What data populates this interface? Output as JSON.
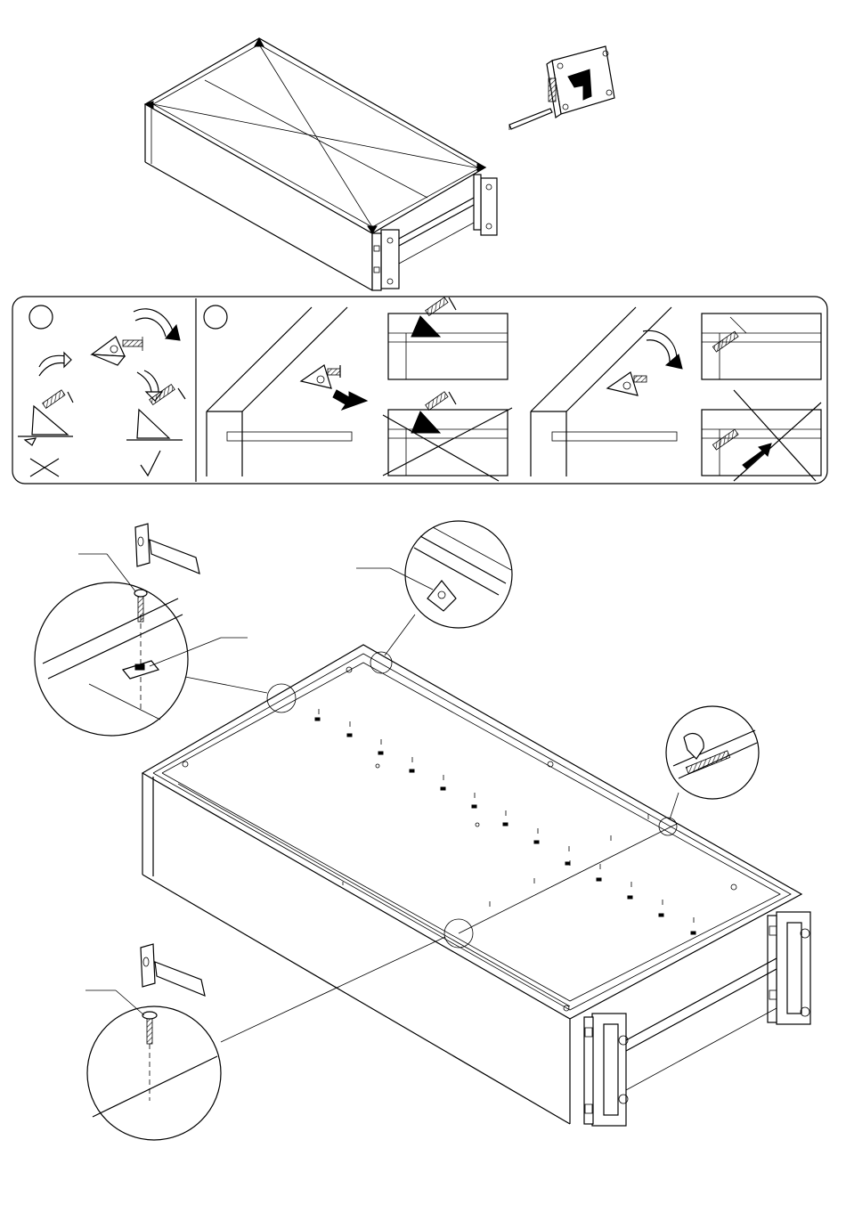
{
  "page": {
    "line_color": "#000000",
    "background": "#ffffff"
  },
  "figures": [
    {
      "name": "cabinet-diagonal-check",
      "icon": "tape-measure-icon"
    },
    {
      "name": "cam-fitting-instructions-panel",
      "icons": [
        "rotate-arrow-icon",
        "cross-icon",
        "check-icon",
        "push-arrow-icon"
      ]
    },
    {
      "name": "cabinet-back-panel-nailing",
      "icons": [
        "hammer-icon",
        "nail-icon",
        "cam-block-icon",
        "joint-clip-icon"
      ]
    }
  ]
}
